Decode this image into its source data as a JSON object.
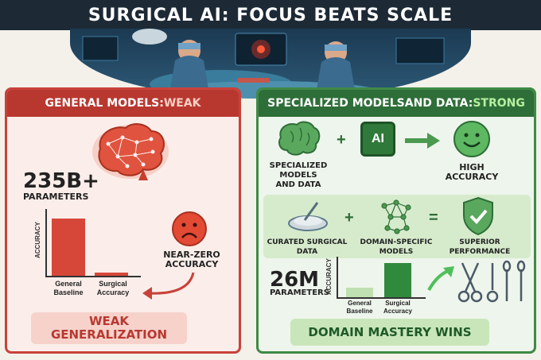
{
  "title": "SURGICAL AI: FOCUS BEATS SCALE",
  "left_panel": {
    "header_prefix": "GENERAL MODELS: ",
    "header_highlight": "WEAK",
    "param_value": "235B+",
    "param_label": "PARAMETERS",
    "y_axis_label": "ACCURACY",
    "bars": [
      {
        "label_line1": "General",
        "label_line2": "Baseline",
        "value": 0.9
      },
      {
        "label_line1": "Surgical",
        "label_line2": "Accuracy",
        "value": 0.05
      }
    ],
    "result_line1": "NEAR-ZERO",
    "result_line2": "ACCURACY",
    "footer_line1": "WEAK",
    "footer_line2": "GENERALIZATION",
    "colors": {
      "accent": "#c8423a",
      "bar": "#d6473a"
    }
  },
  "right_panel": {
    "header_prefix": "SPECIALIZED MODELSAND DATA: ",
    "header_highlight": "STRONG",
    "row1": {
      "item1_line1": "SPECIALIZED",
      "item1_line2": "MODELS",
      "item1_line3": "AND DATA",
      "plus": "+",
      "chip_text": "AI",
      "result_line1": "HIGH",
      "result_line2": "ACCURACY"
    },
    "row2": {
      "item1_line1": "CURATED SURGICAL",
      "item1_line2": "DATA",
      "plus": "+",
      "item2_line1": "DOMAIN-SPECIFIC",
      "item2_line2": "MODELS",
      "equals": "=",
      "result_line1": "SUPERIOR",
      "result_line2": "PERFORMANCE"
    },
    "param_value": "26M",
    "param_label": "PARAMETERS",
    "y_axis_label": "ACCURACY",
    "bars": [
      {
        "label_line1": "General",
        "label_line2": "Baseline",
        "value": 0.25
      },
      {
        "label_line1": "Surgical",
        "label_line2": "Accuracy",
        "value": 0.9
      }
    ],
    "footer": "DOMAIN MASTERY WINS",
    "colors": {
      "accent": "#3f8a46",
      "bar_light": "#bfe0b0",
      "bar_dark": "#2f8a3e"
    }
  }
}
